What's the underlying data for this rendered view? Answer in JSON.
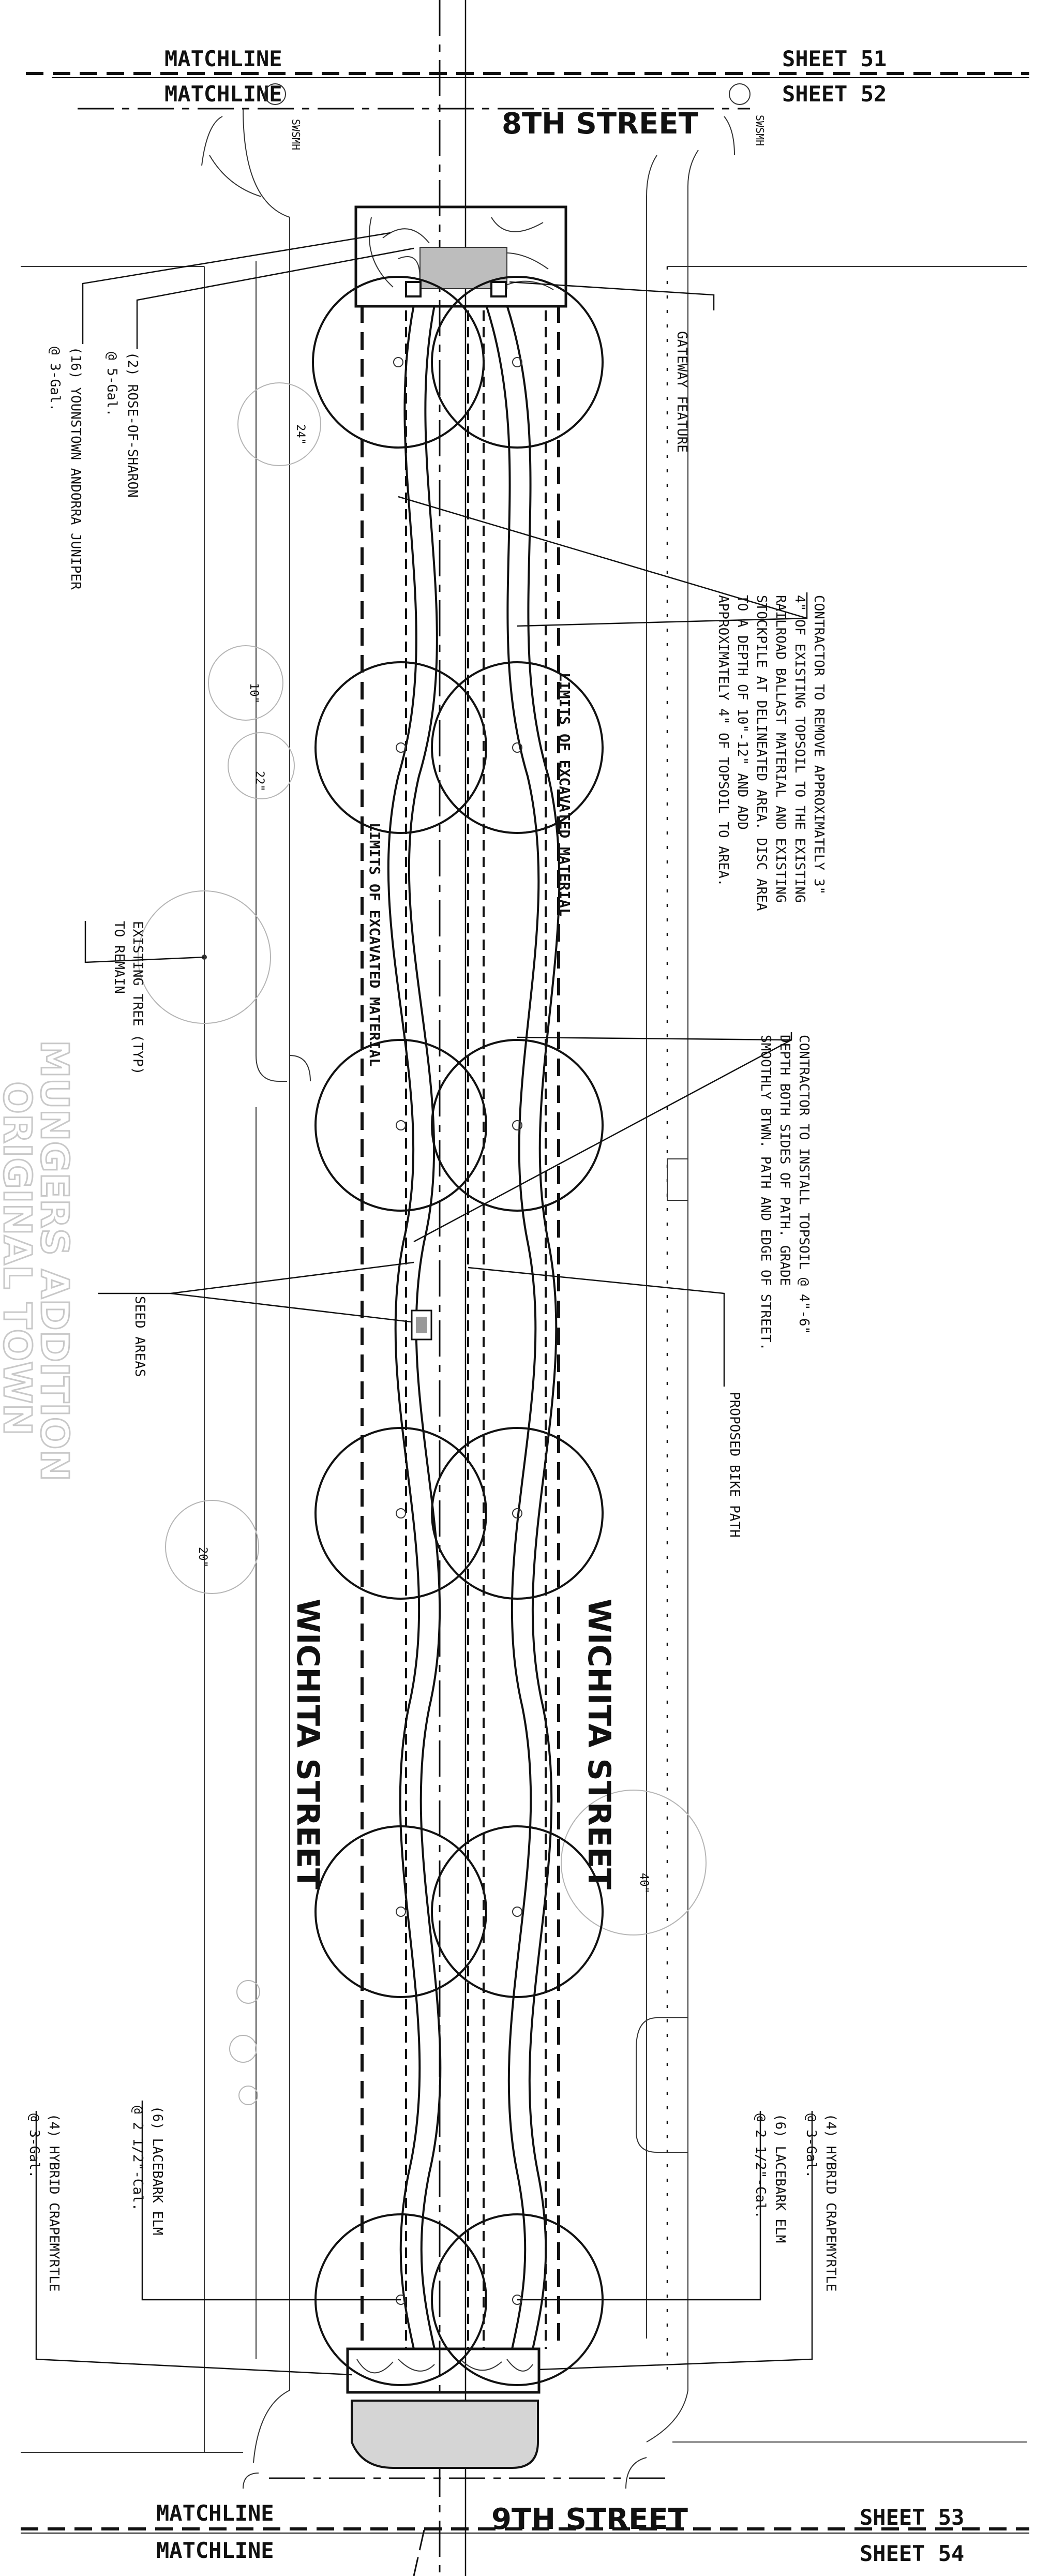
{
  "matchlines": {
    "top_label_a": "MATCHLINE",
    "top_label_b": "MATCHLINE",
    "top_sheet_a": "SHEET 51",
    "top_sheet_b": "SHEET 52",
    "bottom_label_a": "MATCHLINE",
    "bottom_label_b": "MATCHLINE",
    "bottom_sheet_a": "SHEET 53",
    "bottom_sheet_b": "SHEET 54"
  },
  "streets": {
    "top": "8TH STREET",
    "bottom": "9TH STREET",
    "left": "WICHITA STREET",
    "right": "WICHITA STREET"
  },
  "background_text": {
    "line1": "MUNGERS ADDITION",
    "line2": "ORIGINAL TOWN"
  },
  "manholes": {
    "left": "SWSMH",
    "right": "SWSMH"
  },
  "limits": {
    "right": "LIMITS OF EXCAVATED MATERIAL",
    "left": "LIMITS OF EXCAVATED MATERIAL"
  },
  "tree_sizes": {
    "a": "24\"",
    "b": "10\"",
    "c": "22\"",
    "d": "20\"",
    "e": "40\""
  },
  "callouts": {
    "juniper": {
      "line1": "(16) YOUNSTOWN ANDORRA JUNIPER",
      "line2": "@ 3-Gal."
    },
    "rose": {
      "line1": "(2) ROSE-OF-SHARON",
      "line2": "@ 5-Gal."
    },
    "existing_tree": {
      "line1": "EXISTING TREE (TYP)",
      "line2": "TO REMAIN"
    },
    "seed": {
      "line1": "SEED AREAS"
    },
    "gateway": {
      "line1": "GATEWAY FEATURE"
    },
    "topsoil_remove": {
      "line1": "CONTRACTOR TO REMOVE APPROXIMATELY 3\"",
      "line2": "4\" OF EXISTING TOPSOIL TO THE EXISTING",
      "line3": "RAILROAD BALLAST MATERIAL AND EXISTING",
      "line4": "STOCKPILE AT DELINEATED AREA. DISC AREA",
      "line5": "TO A DEPTH OF 10\"-12\" AND ADD",
      "line6": "APPROXIMATELY 4\" OF TOPSOIL TO AREA."
    },
    "topsoil_install": {
      "line1": "CONTRACTOR TO INSTALL TOPSOIL @ 4\"-6\"",
      "line2": "DEPTH BOTH SIDES OF PATH. GRADE",
      "line3": "SMOOTHLY BTWN. PATH AND EDGE OF STREET."
    },
    "bike_path": {
      "line1": "PROPOSED BIKE PATH"
    },
    "left_elm": {
      "line1": "(6) LACEBARK ELM",
      "line2": "@ 2 1/2\"-Cal."
    },
    "left_crape": {
      "line1": "(4) HYBRID CRAPEMYRTLE",
      "line2": "@ 3-Gal."
    },
    "right_crape": {
      "line1": "(4) HYBRID CRAPEMYRTLE",
      "line2": "@ 3-Gal."
    },
    "right_elm": {
      "line1": "(6) LACEBARK ELM",
      "line2": "@ 2 1/2\"-Cal."
    }
  }
}
